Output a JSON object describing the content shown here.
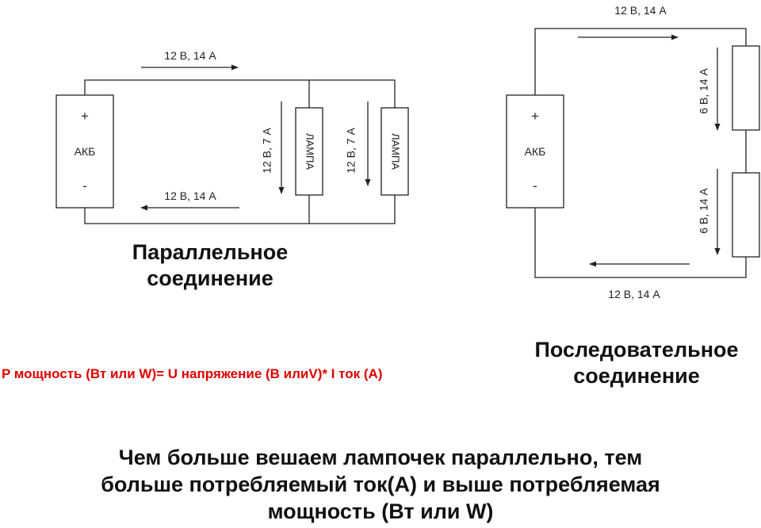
{
  "parallel": {
    "battery": {
      "label": "АКБ",
      "plus": "+",
      "minus": "-"
    },
    "top_current": "12 В, 14 А",
    "bottom_current": "12 В, 14 А",
    "lamps": [
      {
        "label": "ЛАМПА",
        "branch_current": "12 В, 7 А"
      },
      {
        "label": "ЛАМПА",
        "branch_current": "12 В, 7 А"
      }
    ],
    "caption_line1": "Параллельное",
    "caption_line2": "соединение"
  },
  "series": {
    "battery": {
      "label": "АКБ",
      "plus": "+",
      "minus": "-"
    },
    "top_current": "12 В, 14 А",
    "bottom_current": "12 В, 14 А",
    "resistor_voltages": [
      "6 В, 14 А",
      "6 В, 14 А"
    ],
    "caption_line1": "Последовательное",
    "caption_line2": "соединение"
  },
  "formula": "P мощность (Вт или W)= U напряжение (В илиV)* I ток (А)",
  "conclusion": {
    "line1": "Чем больше вешаем лампочек параллельно, тем",
    "line2": "больше потребляемый ток(А) и выше потребляемая",
    "line3": "мощность (Вт или W)"
  },
  "colors": {
    "lines": "#222222",
    "formula": "#e00000",
    "text": "#111111"
  }
}
